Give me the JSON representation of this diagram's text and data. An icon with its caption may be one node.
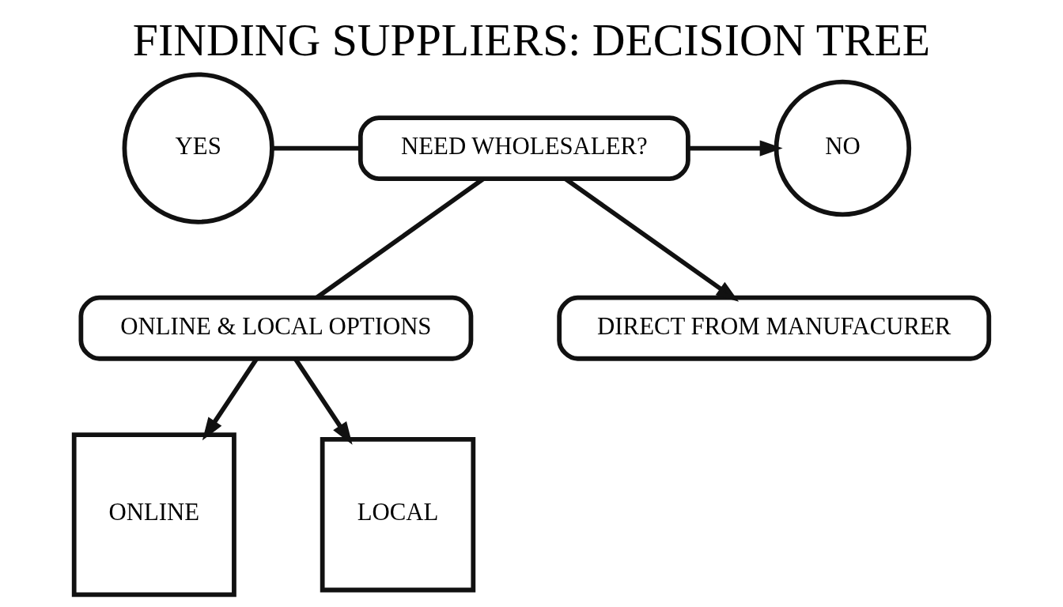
{
  "diagram": {
    "title": "FINDING SUPPLIERS: DECISION TREE",
    "nodes": [
      {
        "text": [
          "YES"
        ]
      },
      {
        "text": [
          "NEED WHOLESALER?"
        ]
      },
      {
        "text": [
          "NO"
        ]
      },
      {
        "text": [
          "ONLINE & LOCAL OPTIONS"
        ]
      },
      {
        "text": [
          "DIRECT FROM MANUFACURER"
        ]
      },
      {
        "text": [
          "ONLINE"
        ]
      },
      {
        "text": [
          "LOCAL"
        ]
      }
    ],
    "edges": [
      {
        "from": 0,
        "to": 1,
        "arrow": "none"
      },
      {
        "from": 1,
        "to": 2,
        "arrow": "to"
      },
      {
        "from": 1,
        "to": 3,
        "arrow": "none"
      },
      {
        "from": 1,
        "to": 4,
        "arrow": "to"
      },
      {
        "from": 3,
        "to": 5,
        "arrow": "to"
      },
      {
        "from": 3,
        "to": 6,
        "arrow": "to"
      }
    ]
  }
}
